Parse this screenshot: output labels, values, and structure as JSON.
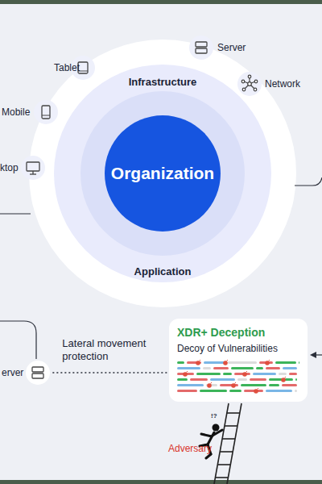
{
  "diagram": {
    "nodes": [
      {
        "text": [
          "Infrastructure",
          "Application"
        ]
      },
      {
        "text": [
          "Organization"
        ],
        "in": 0
      },
      {
        "text": [
          "erver"
        ]
      },
      {
        "text": [
          "XDR+ Deception",
          "Decoy of Vulnerabilities"
        ]
      }
    ],
    "edges": [
      {
        "from": 2,
        "to": 3,
        "arrow": "none",
        "label": "Lateral movement protection"
      }
    ],
    "labels": [
      "Tablet",
      "Server",
      "Network",
      "Mobile",
      "ktop",
      "!?",
      "Adversary"
    ]
  }
}
